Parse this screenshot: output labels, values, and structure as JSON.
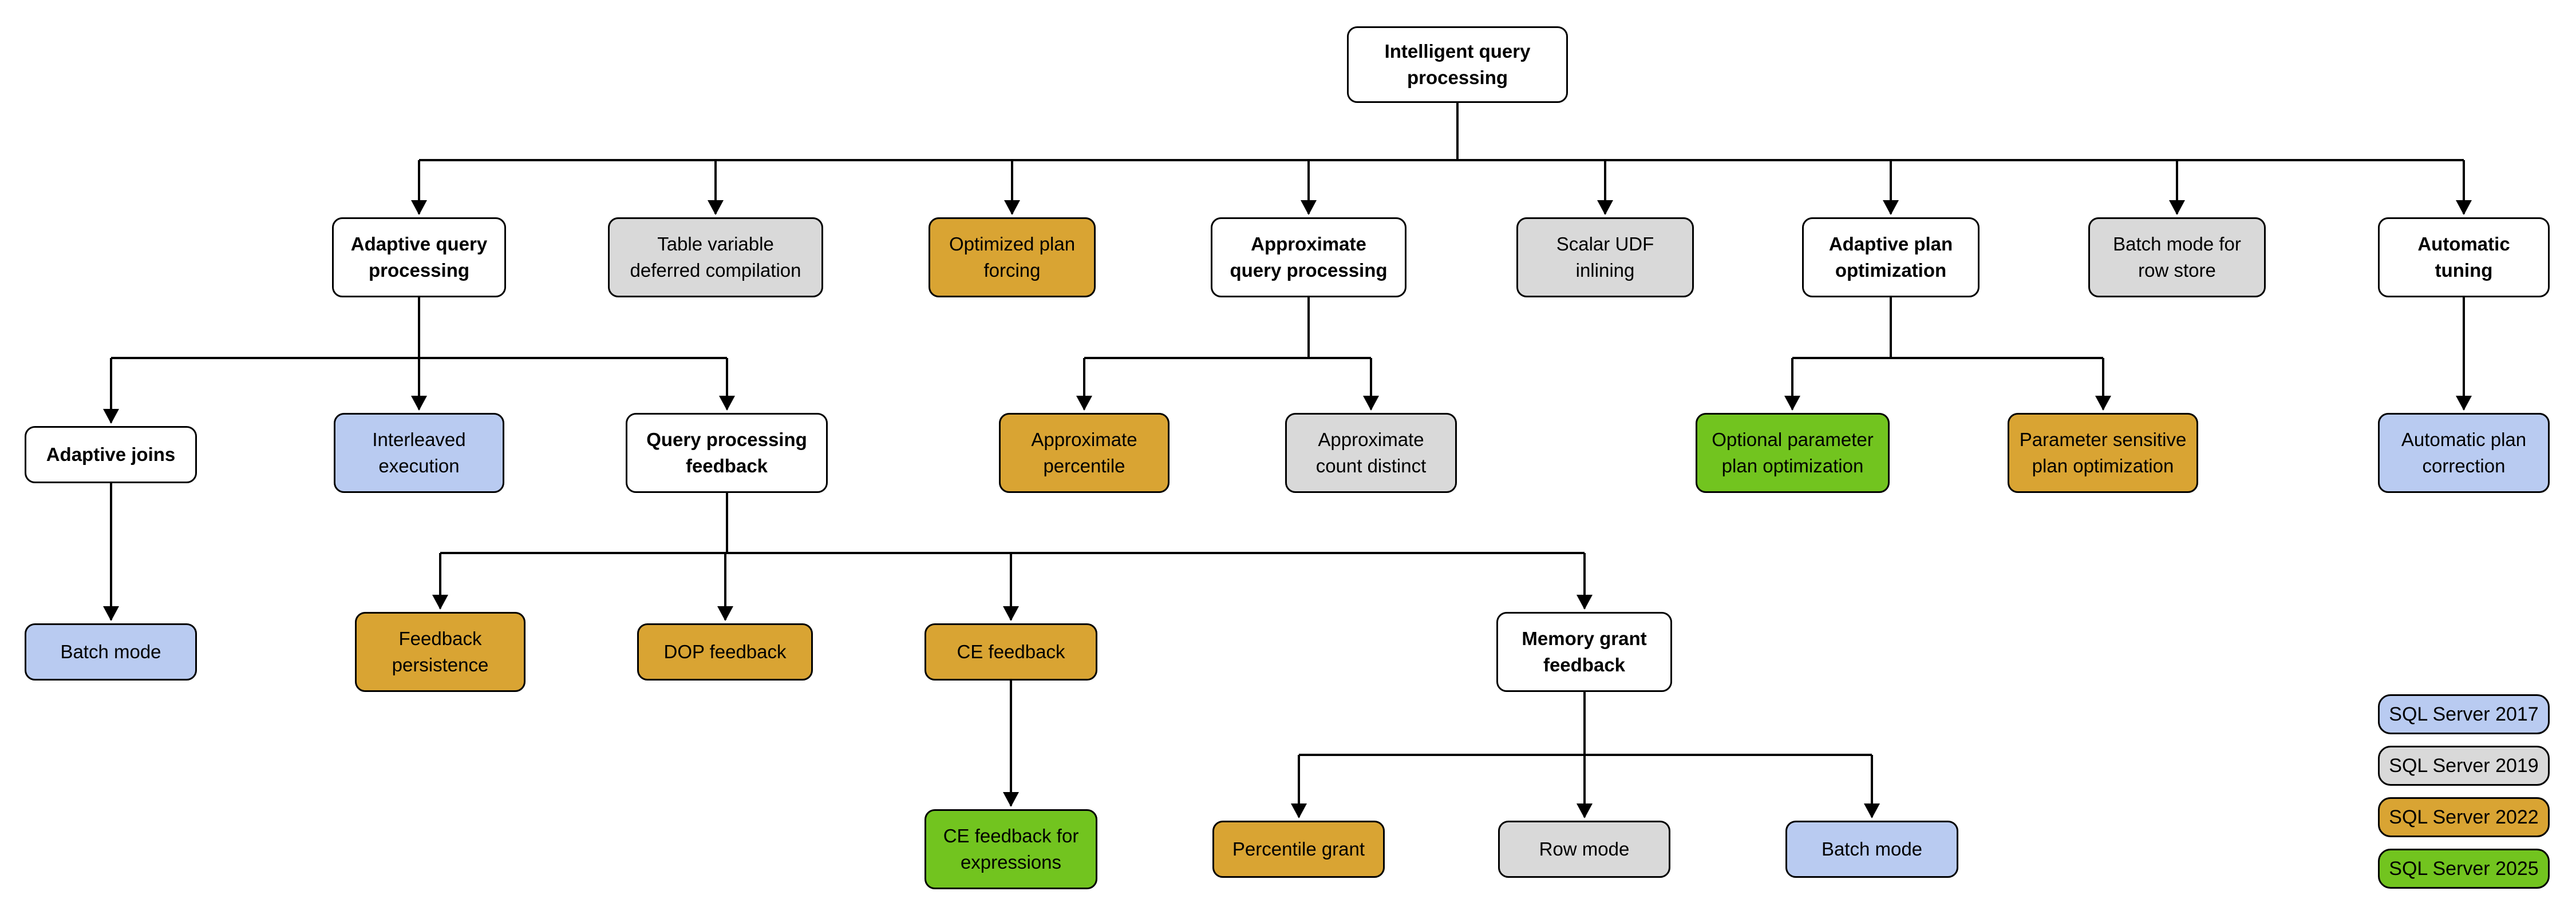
{
  "colors": {
    "white": "#ffffff",
    "gray": "#d9d9d9",
    "gold": "#d9a433",
    "blue": "#b9cbf1",
    "green": "#72c41f"
  },
  "nodes": [
    {
      "label": "Intelligent query\nprocessing",
      "version": null,
      "parent": null
    },
    {
      "label": "Adaptive query\nprocessing",
      "version": null,
      "parent": "Intelligent query processing"
    },
    {
      "label": "Table variable\ndeferred compilation",
      "version": "SQL Server 2019",
      "parent": "Intelligent query processing"
    },
    {
      "label": "Optimized plan\nforcing",
      "version": "SQL Server 2022",
      "parent": "Intelligent query processing"
    },
    {
      "label": "Approximate\nquery processing",
      "version": null,
      "parent": "Intelligent query processing"
    },
    {
      "label": "Scalar UDF\ninlining",
      "version": "SQL Server 2019",
      "parent": "Intelligent query processing"
    },
    {
      "label": "Adaptive plan\noptimization",
      "version": null,
      "parent": "Intelligent query processing"
    },
    {
      "label": "Batch mode for\nrow store",
      "version": "SQL Server 2019",
      "parent": "Intelligent query processing"
    },
    {
      "label": "Automatic\ntuning",
      "version": null,
      "parent": "Intelligent query processing"
    },
    {
      "label": "Adaptive joins",
      "version": null,
      "parent": "Adaptive query processing"
    },
    {
      "label": "Interleaved\nexecution",
      "version": "SQL Server 2017",
      "parent": "Adaptive query processing"
    },
    {
      "label": "Query processing\nfeedback",
      "version": null,
      "parent": "Adaptive query processing"
    },
    {
      "label": "Approximate\npercentile",
      "version": "SQL Server 2022",
      "parent": "Approximate query processing"
    },
    {
      "label": "Approximate\ncount distinct",
      "version": "SQL Server 2019",
      "parent": "Approximate query processing"
    },
    {
      "label": "Optional parameter\nplan optimization",
      "version": "SQL Server 2025",
      "parent": "Adaptive plan optimization"
    },
    {
      "label": "Parameter sensitive\nplan optimization",
      "version": "SQL Server 2022",
      "parent": "Adaptive plan optimization"
    },
    {
      "label": "Automatic plan\ncorrection",
      "version": "SQL Server 2017",
      "parent": "Automatic tuning"
    },
    {
      "label": "Batch mode",
      "version": "SQL Server 2017",
      "parent": "Adaptive joins"
    },
    {
      "label": "Feedback\npersistence",
      "version": "SQL Server 2022",
      "parent": "Query processing feedback"
    },
    {
      "label": "DOP feedback",
      "version": "SQL Server 2022",
      "parent": "Query processing feedback"
    },
    {
      "label": "CE feedback",
      "version": "SQL Server 2022",
      "parent": "Query processing feedback"
    },
    {
      "label": "Memory grant\nfeedback",
      "version": null,
      "parent": "Query processing feedback"
    },
    {
      "label": "CE feedback for\nexpressions",
      "version": "SQL Server 2025",
      "parent": "CE feedback"
    },
    {
      "label": "Percentile grant",
      "version": "SQL Server 2022",
      "parent": "Memory grant feedback"
    },
    {
      "label": "Row mode",
      "version": "SQL Server 2019",
      "parent": "Memory grant feedback"
    },
    {
      "label": "Batch mode",
      "version": "SQL Server 2017",
      "parent": "Memory grant feedback"
    }
  ],
  "legend": {
    "items": [
      {
        "label": "SQL Server 2017",
        "color": "#b9cbf1"
      },
      {
        "label": "SQL Server 2019",
        "color": "#d9d9d9"
      },
      {
        "label": "SQL Server 2022",
        "color": "#d9a433"
      },
      {
        "label": "SQL Server 2025",
        "color": "#72c41f"
      }
    ]
  }
}
